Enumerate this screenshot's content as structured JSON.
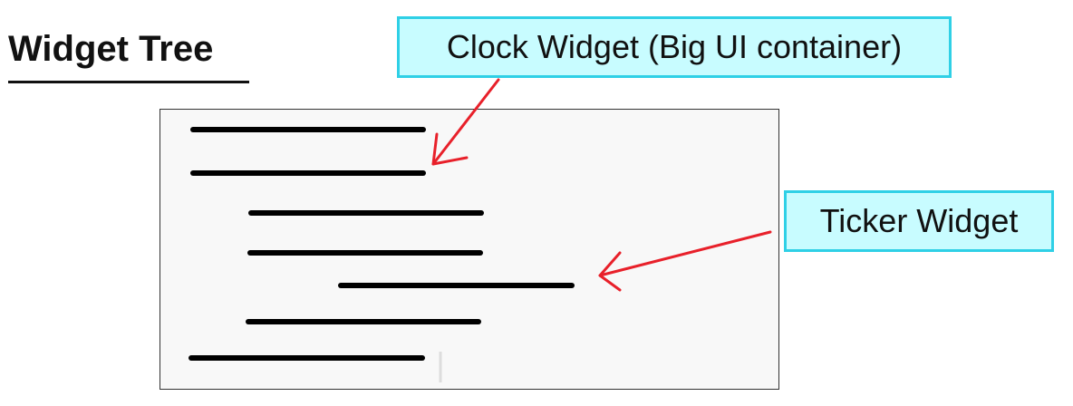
{
  "title": "Widget Tree",
  "callouts": {
    "clock": "Clock Widget (Big UI container)",
    "ticker": "Ticker Widget"
  },
  "colors": {
    "callout_fill": "#c8fcff",
    "callout_border": "#2fd0e6",
    "arrow": "#e8202a",
    "tree_line": "#000000"
  }
}
